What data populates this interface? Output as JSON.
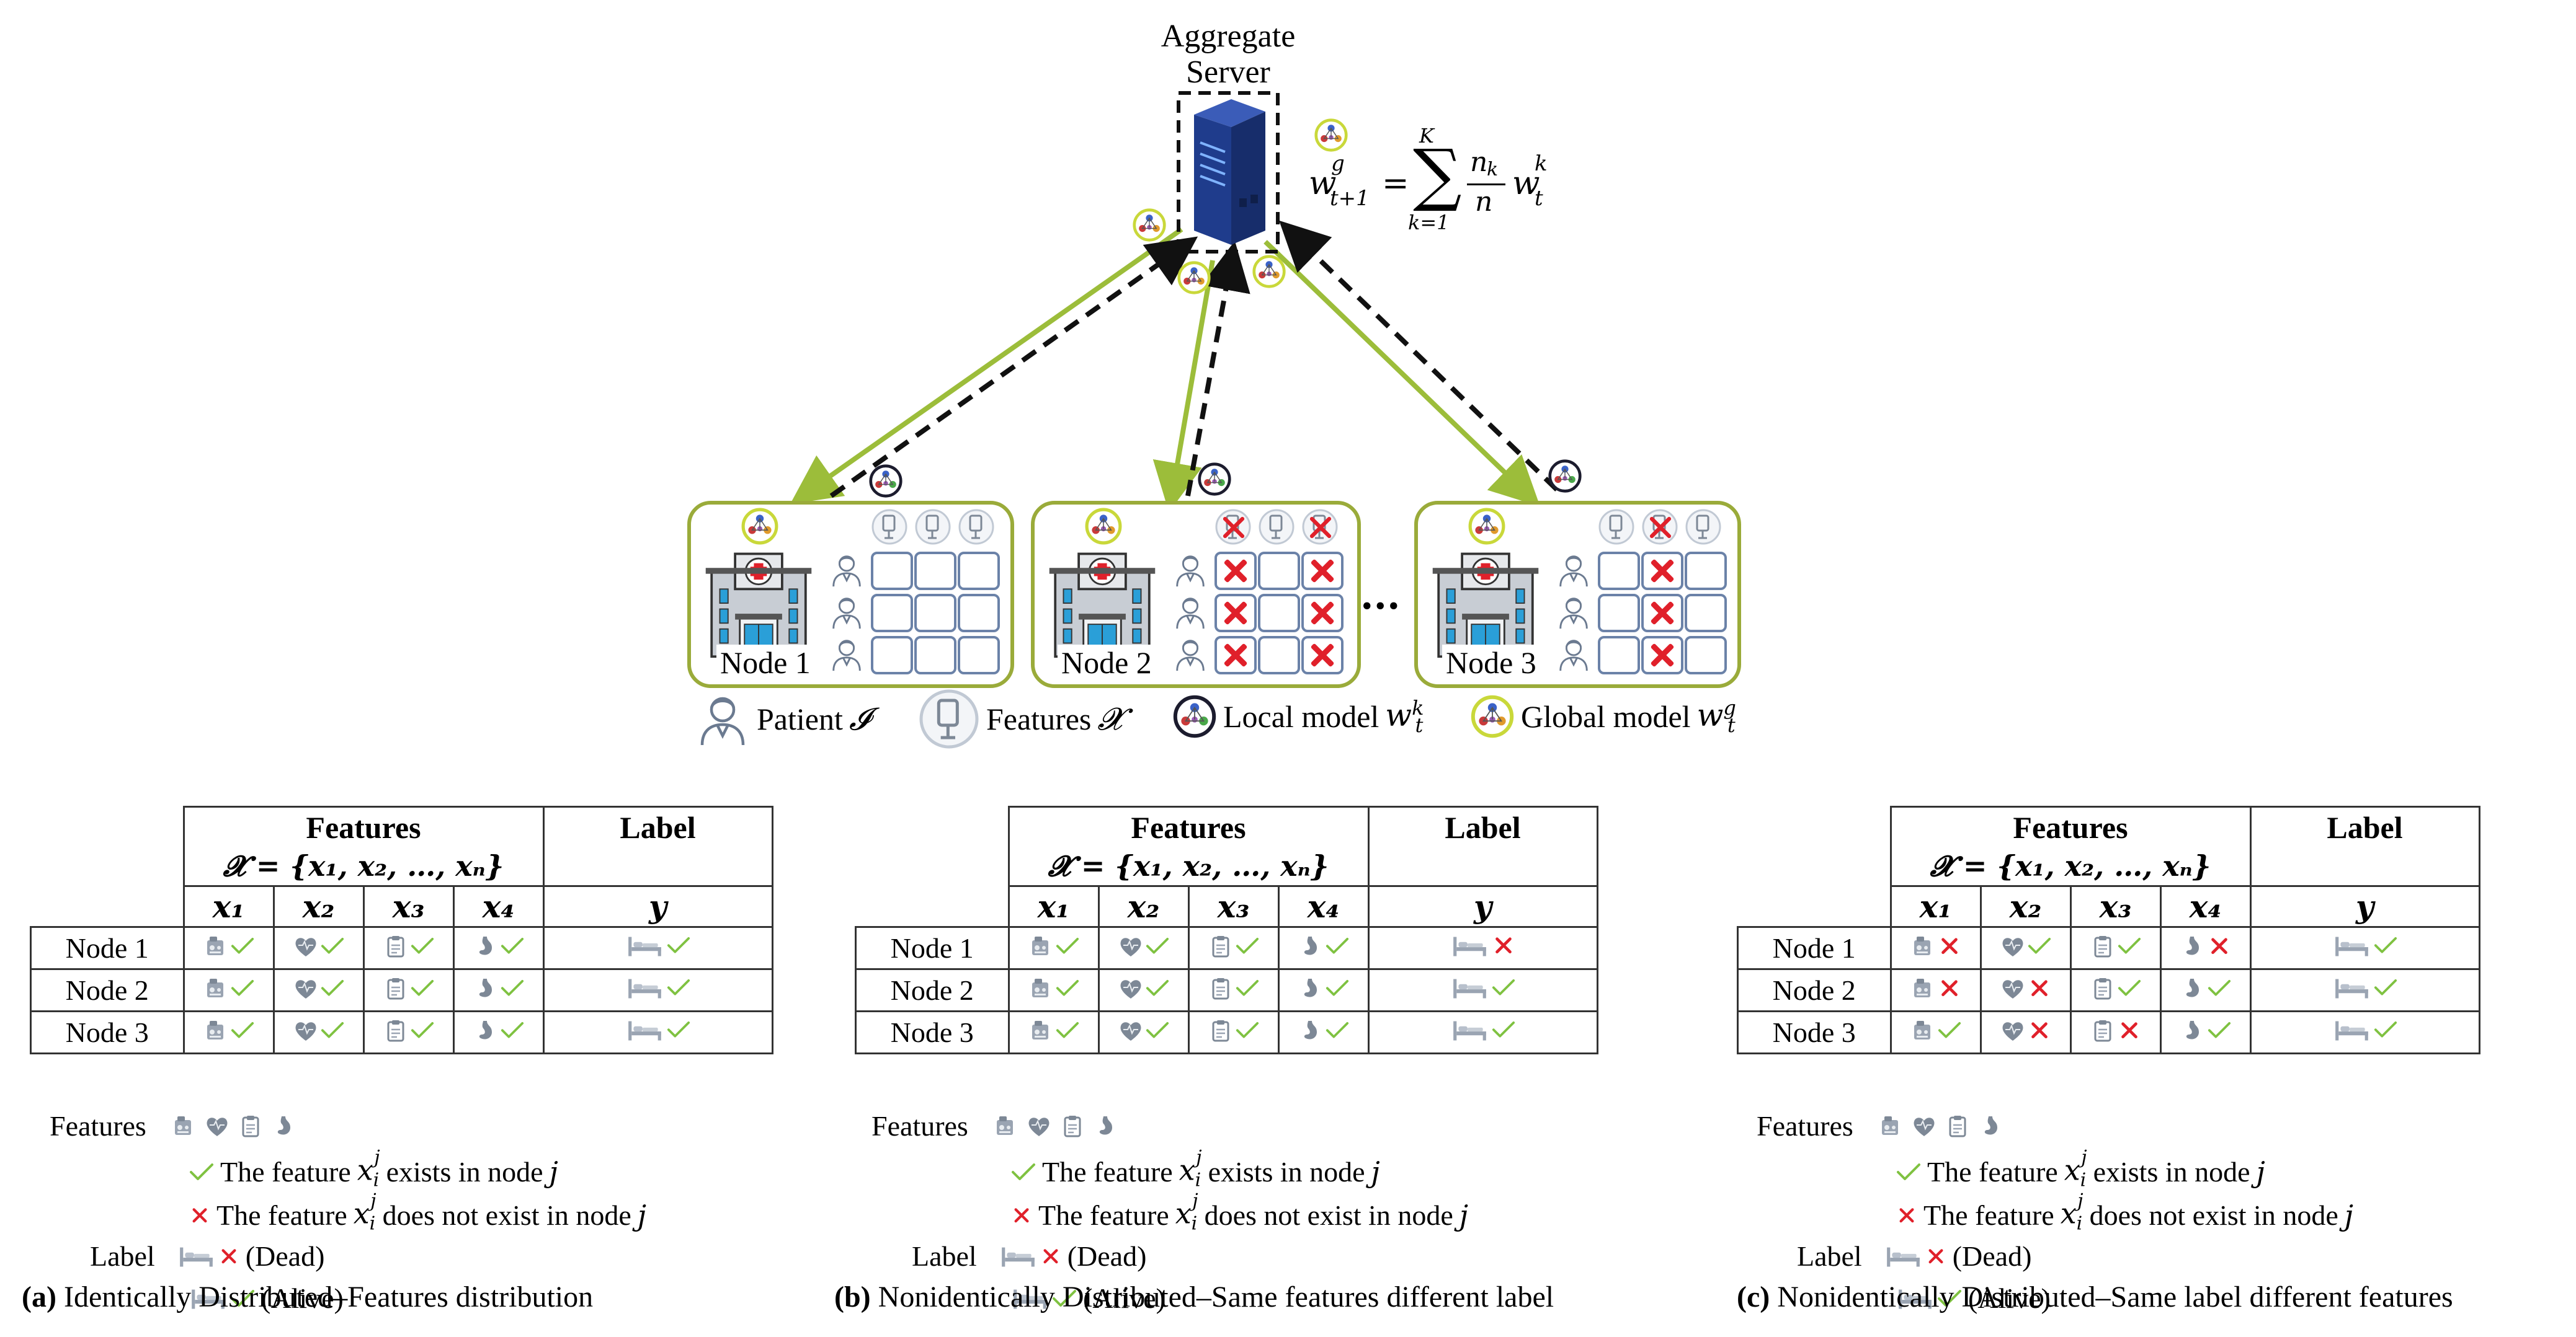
{
  "server": {
    "title_line1": "Aggregate",
    "title_line2": "Server"
  },
  "formula": {
    "lhs": "w",
    "lhs_sup": "g",
    "lhs_sub": "t+1",
    "eq": "=",
    "sum_top": "K",
    "sum_bottom": "k=1",
    "frac_num": "n",
    "frac_num_sub": "k",
    "frac_den": "n",
    "rhs": "w",
    "rhs_sup": "k",
    "rhs_sub": "t"
  },
  "nodes": [
    {
      "label": "Node 1",
      "missing": []
    },
    {
      "label": "Node 2",
      "missing": [
        0,
        2,
        3,
        5,
        6,
        8
      ]
    },
    {
      "label": "Node 3",
      "missing": [
        1,
        4,
        7
      ]
    }
  ],
  "ellipsis": "...",
  "legend_top": {
    "patient": "Patient",
    "patient_sym": "𝓘",
    "features": "Features",
    "features_sym": "𝓧",
    "local": "Local model",
    "local_sym": "w",
    "local_sup": "k",
    "local_sub": "t",
    "global": "Global model",
    "global_sym": "w",
    "global_sup": "g",
    "global_sub": "t"
  },
  "tables": [
    {
      "features_header": "Features",
      "label_header": "Label",
      "set_def": "𝓧 = {x₁, x₂, …, xₙ}",
      "cols": [
        "x₁",
        "x₂",
        "x₃",
        "x₄"
      ],
      "label_col": "y",
      "rows": [
        {
          "name": "Node 1",
          "marks": [
            "check",
            "check",
            "check",
            "check"
          ],
          "label": "check"
        },
        {
          "name": "Node 2",
          "marks": [
            "check",
            "check",
            "check",
            "check"
          ],
          "label": "check"
        },
        {
          "name": "Node 3",
          "marks": [
            "check",
            "check",
            "check",
            "check"
          ],
          "label": "check"
        }
      ],
      "legend_features": "Features",
      "exists_text_pre": "The feature",
      "exists_text_post": "exists in node",
      "not_exists_text_post": "does not exist in node",
      "legend_label": "Label",
      "dead": "(Dead)",
      "alive": "(Alive)",
      "caption_tag": "(a)",
      "caption": "Identically Distributed–Features distribution"
    },
    {
      "features_header": "Features",
      "label_header": "Label",
      "set_def": "𝓧 = {x₁, x₂, …, xₙ}",
      "cols": [
        "x₁",
        "x₂",
        "x₃",
        "x₄"
      ],
      "label_col": "y",
      "rows": [
        {
          "name": "Node 1",
          "marks": [
            "check",
            "check",
            "check",
            "check"
          ],
          "label": "cross"
        },
        {
          "name": "Node 2",
          "marks": [
            "check",
            "check",
            "check",
            "check"
          ],
          "label": "check"
        },
        {
          "name": "Node 3",
          "marks": [
            "check",
            "check",
            "check",
            "check"
          ],
          "label": "check"
        }
      ],
      "legend_features": "Features",
      "exists_text_pre": "The feature",
      "exists_text_post": "exists in node",
      "not_exists_text_post": "does not exist in node",
      "legend_label": "Label",
      "dead": "(Dead)",
      "alive": "(Alive)",
      "caption_tag": "(b)",
      "caption": "Nonidentically Distributed–Same features different label"
    },
    {
      "features_header": "Features",
      "label_header": "Label",
      "set_def": "𝓧 = {x₁, x₂, …, xₙ}",
      "cols": [
        "x₁",
        "x₂",
        "x₃",
        "x₄"
      ],
      "label_col": "y",
      "rows": [
        {
          "name": "Node 1",
          "marks": [
            "cross",
            "check",
            "check",
            "cross"
          ],
          "label": "check"
        },
        {
          "name": "Node 2",
          "marks": [
            "cross",
            "cross",
            "check",
            "check"
          ],
          "label": "check"
        },
        {
          "name": "Node 3",
          "marks": [
            "check",
            "cross",
            "cross",
            "check"
          ],
          "label": "check"
        }
      ],
      "legend_features": "Features",
      "exists_text_pre": "The feature",
      "exists_text_post": "exists in node",
      "not_exists_text_post": "does not exist in node",
      "legend_label": "Label",
      "dead": "(Dead)",
      "alive": "(Alive)",
      "caption_tag": "(c)",
      "caption": "Nonidentically Distributed–Same label different features"
    }
  ],
  "node_var": "j",
  "colors": {
    "green_arrow": "#9cbd3a",
    "node_border": "#9aab3a",
    "check": "#7fc241",
    "cross": "#e0202a",
    "server": "#1f3c8c",
    "grid": "#6b82a8"
  }
}
